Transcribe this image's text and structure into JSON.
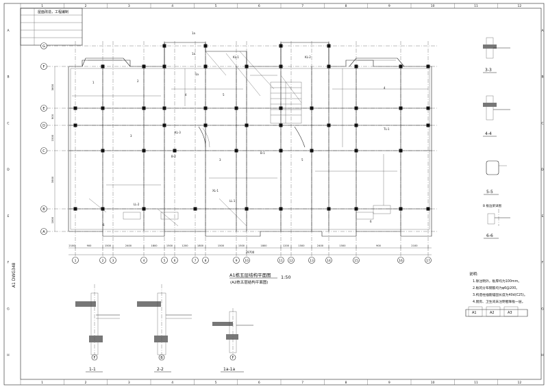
{
  "title_block": {
    "header_text": "屋面改造，工程编制",
    "side_text": "A1 DWG348"
  },
  "border": {
    "top_numbers": [
      "1",
      "2",
      "3",
      "4",
      "5",
      "6",
      "7",
      "8",
      "9",
      "10",
      "11",
      "12"
    ],
    "bottom_numbers": [
      "1",
      "2",
      "3",
      "4",
      "5",
      "6",
      "7",
      "8",
      "9",
      "10",
      "11",
      "12"
    ],
    "side_letters": [
      "A",
      "B",
      "C",
      "D",
      "E",
      "F",
      "G",
      "H"
    ]
  },
  "plan": {
    "title": "A1栋五层结构平面图",
    "scale": "1:50",
    "subtitle": "(A2栋五层结构平面图)",
    "row_axes": [
      "G",
      "F",
      "E",
      "D",
      "C",
      "B",
      "A"
    ],
    "col_axes": [
      "1",
      "2",
      "3",
      "4",
      "5",
      "6",
      "7",
      "8",
      "9",
      "10",
      "11",
      "12",
      "13",
      "14",
      "15",
      "16",
      "17"
    ],
    "dims_bottom": [
      "2100",
      "900",
      "1500",
      "2400",
      "1800",
      "1500",
      "1200",
      "1800",
      "1500",
      "1500",
      "1800",
      "1200",
      "1500",
      "2400",
      "1500",
      "900",
      "2100"
    ],
    "total_dim": "29700",
    "left_dims": [
      "3600",
      "900",
      "1500",
      "3900",
      "1800"
    ],
    "room_labels": [
      "1",
      "2",
      "1a",
      "3",
      "3",
      "4",
      "4",
      "5",
      "5",
      "6",
      "6",
      "KL-1",
      "KL-2",
      "KL-3",
      "LL-1",
      "LL-2",
      "TL-1",
      "XL-1",
      "B-1",
      "B-2",
      "1a",
      "1a"
    ]
  },
  "sections": {
    "s1": "1-1",
    "s2": "2-2",
    "s1a": "1a-1a",
    "s3": "3-3",
    "s4": "4-4",
    "s5": "5-5",
    "s6": "6-6",
    "s1_axis": "F",
    "s2_axis": "B",
    "s1a_axis": "F",
    "beam_label": "B 板边梁详图"
  },
  "notes": {
    "heading": "说明:",
    "items": [
      "1.除注明外，板厚均为100mm。",
      "2.板的分布钢筋均为φ6@200。",
      "3.构造柱插筋锚固长度为40d(C25)。",
      "4.厨房、卫生间未注明者降板一层。"
    ],
    "key_labels": [
      "A1",
      "A2",
      "A3"
    ]
  }
}
